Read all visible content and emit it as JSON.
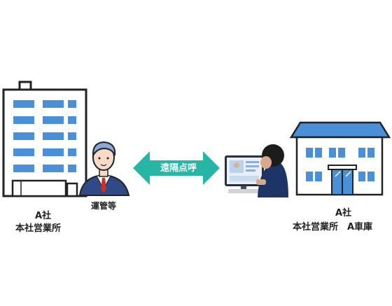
{
  "left_site": {
    "company": "A社",
    "office": "本社営業所",
    "person_label": "運管等"
  },
  "connection": {
    "label": "遠隔点呼",
    "arrow_color": "#27b5a5"
  },
  "right_site": {
    "company": "A社",
    "office": "本社営業所　A車庫"
  },
  "colors": {
    "window_blue": "#4a90d9",
    "roof_blue": "#4a90d9",
    "outline": "#222222"
  }
}
